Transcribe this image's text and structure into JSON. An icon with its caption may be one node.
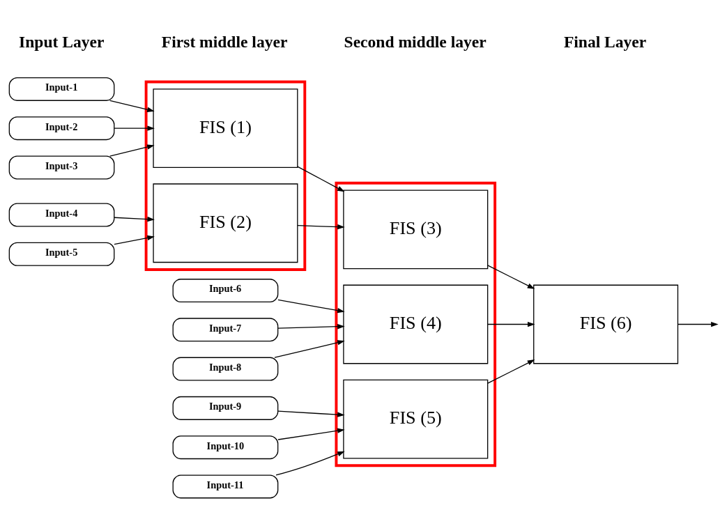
{
  "diagram": {
    "nodes": [
      {
        "text": [
          "Input-1"
        ]
      },
      {
        "text": [
          "Input-2"
        ]
      },
      {
        "text": [
          "Input-3"
        ]
      },
      {
        "text": [
          "Input-4"
        ]
      },
      {
        "text": [
          "Input-5"
        ]
      },
      {
        "text": [],
        "shape": "box"
      },
      {
        "text": [
          "FIS (1)"
        ],
        "in": 5
      },
      {
        "text": [
          "FIS (2)"
        ],
        "in": 5
      },
      {
        "text": [
          "Input-6"
        ]
      },
      {
        "text": [
          "Input-7"
        ]
      },
      {
        "text": [
          "Input-8"
        ]
      },
      {
        "text": [
          "Input-9"
        ]
      },
      {
        "text": [
          "Input-10"
        ]
      },
      {
        "text": [
          "Input-11"
        ]
      },
      {
        "text": [],
        "shape": "box"
      },
      {
        "text": [
          "FIS (3)"
        ],
        "in": 14
      },
      {
        "text": [
          "FIS (4)"
        ],
        "in": 14
      },
      {
        "text": [
          "FIS (5)"
        ],
        "in": 14
      },
      {
        "text": [
          "FIS (6)"
        ]
      }
    ],
    "edges": [
      {
        "from": 0,
        "to": 6,
        "arrow": "to"
      },
      {
        "from": 1,
        "to": 6,
        "arrow": "to"
      },
      {
        "from": 2,
        "to": 6,
        "arrow": "to"
      },
      {
        "from": 3,
        "to": 7,
        "arrow": "to"
      },
      {
        "from": 4,
        "to": 7,
        "arrow": "to"
      },
      {
        "from": 6,
        "to": 15,
        "arrow": "to"
      },
      {
        "from": 7,
        "to": 15,
        "arrow": "to"
      },
      {
        "from": 8,
        "to": 16,
        "arrow": "to"
      },
      {
        "from": 9,
        "to": 16,
        "arrow": "to"
      },
      {
        "from": 10,
        "to": 16,
        "arrow": "to"
      },
      {
        "from": 11,
        "to": 17,
        "arrow": "to"
      },
      {
        "from": 12,
        "to": 17,
        "arrow": "to"
      },
      {
        "from": 13,
        "to": 17,
        "arrow": "to"
      },
      {
        "from": 15,
        "to": 18,
        "arrow": "to"
      },
      {
        "from": 16,
        "to": 18,
        "arrow": "to"
      },
      {
        "from": 17,
        "to": 18,
        "arrow": "to"
      },
      {
        "from": 18,
        "to": null,
        "arrow": "to"
      }
    ],
    "labels": [
      "Input Layer",
      "First middle layer",
      "Second middle layer",
      "Final Layer"
    ]
  }
}
